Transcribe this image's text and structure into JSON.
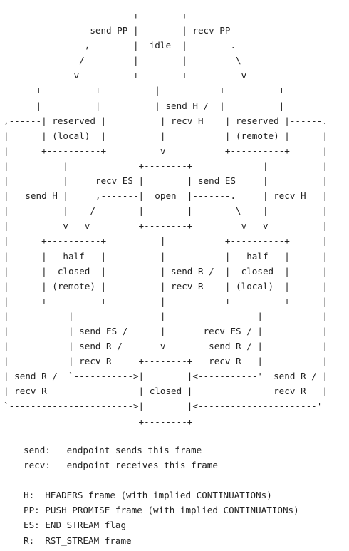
{
  "diagram": {
    "lines": [
      "                        +--------+",
      "                send PP |        | recv PP",
      "               ,--------|  idle  |--------.",
      "              /         |        |         \\",
      "             v          +--------+          v",
      "      +----------+          |           +----------+",
      "      |          |          | send H /  |          |",
      ",------| reserved |          | recv H    | reserved |------.",
      "|      | (local)  |          |           | (remote) |      |",
      "|      +----------+          v           +----------+      |",
      "|          |             +--------+             |          |",
      "|          |     recv ES |        | send ES     |          |",
      "|   send H |     ,-------|  open  |-------.     | recv H   |",
      "|          |    /        |        |        \\    |          |",
      "|          v   v         +--------+         v   v          |",
      "|      +----------+          |           +----------+      |",
      "|      |   half   |          |           |   half   |      |",
      "|      |  closed  |          | send R /  |  closed  |      |",
      "|      | (remote) |          | recv R    | (local)  |      |",
      "|      +----------+          |           +----------+      |",
      "|           |                |                 |           |",
      "|           | send ES /      |       recv ES / |           |",
      "|           | send R /       v        send R / |           |",
      "|           | recv R     +--------+   recv R   |           |",
      "| send R /  `----------->|        |<-----------'  send R / |",
      "| recv R                 | closed |               recv R   |",
      "`----------------------->|        |<----------------------'",
      "                         +--------+"
    ]
  },
  "legend": {
    "direction": [
      "send:   endpoint sends this frame",
      "recv:   endpoint receives this frame"
    ],
    "abbreviations": [
      "H:  HEADERS frame (with implied CONTINUATIONs)",
      "PP: PUSH_PROMISE frame (with implied CONTINUATIONs)",
      "ES: END_STREAM flag",
      "R:  RST_STREAM frame"
    ]
  }
}
